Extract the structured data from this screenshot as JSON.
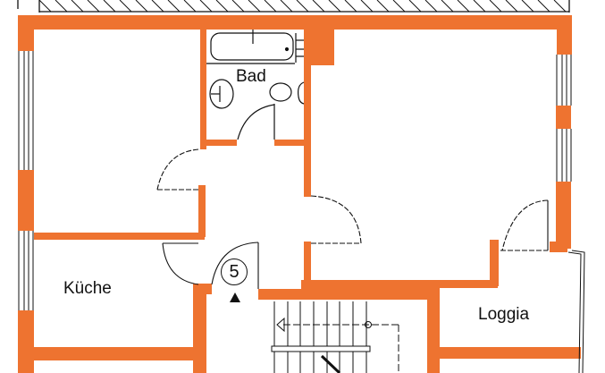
{
  "plan": {
    "wall_color": "#EE7330",
    "line_color": "#111111",
    "background": "#FFFFFF"
  },
  "rooms": {
    "bathroom": "Bad",
    "kitchen": "Küche",
    "loggia": "Loggia"
  },
  "entrance": {
    "apartment_number": "5",
    "arrow_icon": "entrance-triangle"
  }
}
